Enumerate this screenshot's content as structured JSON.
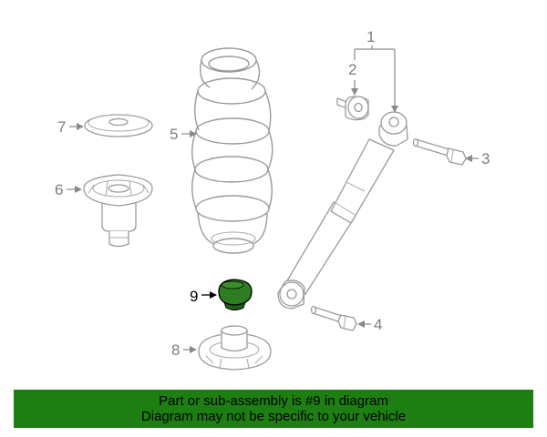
{
  "callouts": {
    "c1": "1",
    "c2": "2",
    "c3": "3",
    "c4": "4",
    "c5": "5",
    "c6": "6",
    "c7": "7",
    "c8": "8",
    "c9": "9"
  },
  "highlighted_part": "9",
  "colors": {
    "highlight_fill": "#2e7d22",
    "banner": "#1d7e12",
    "line_art": "#9a9a9a"
  },
  "banner": {
    "line1": "Part or sub-assembly is #9 in diagram",
    "line2": "Diagram may not be specific to your vehicle"
  }
}
